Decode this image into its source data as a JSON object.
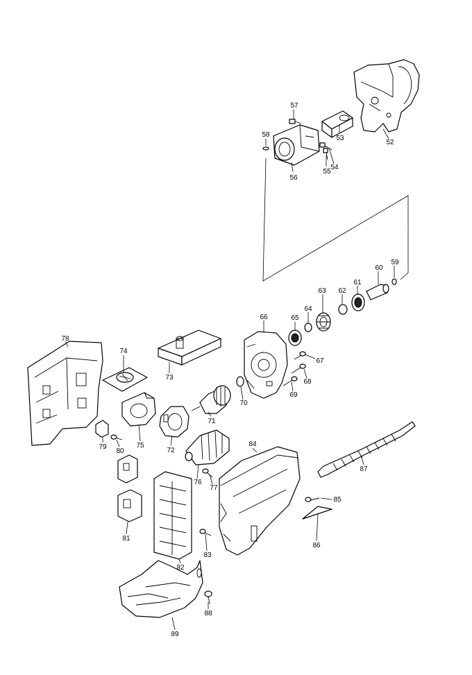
{
  "callouts": {
    "c52": "52",
    "c53": "53",
    "c54": "54",
    "c55": "55",
    "c56": "56",
    "c57": "57",
    "c58": "58",
    "c59": "59",
    "c60": "60",
    "c61": "61",
    "c62": "62",
    "c63": "63",
    "c64": "64",
    "c65": "65",
    "c66": "66",
    "c67": "67",
    "c68": "68",
    "c69": "69",
    "c70": "70",
    "c71": "71",
    "c72": "72",
    "c73": "73",
    "c74": "74",
    "c75": "75",
    "c76": "76",
    "c77": "77",
    "c78": "78",
    "c79": "79",
    "c80": "80",
    "c81": "81",
    "c82": "82",
    "c83": "83",
    "c84": "84",
    "c85": "85",
    "c86": "86",
    "c87": "87",
    "c88": "88",
    "c89": "89"
  }
}
